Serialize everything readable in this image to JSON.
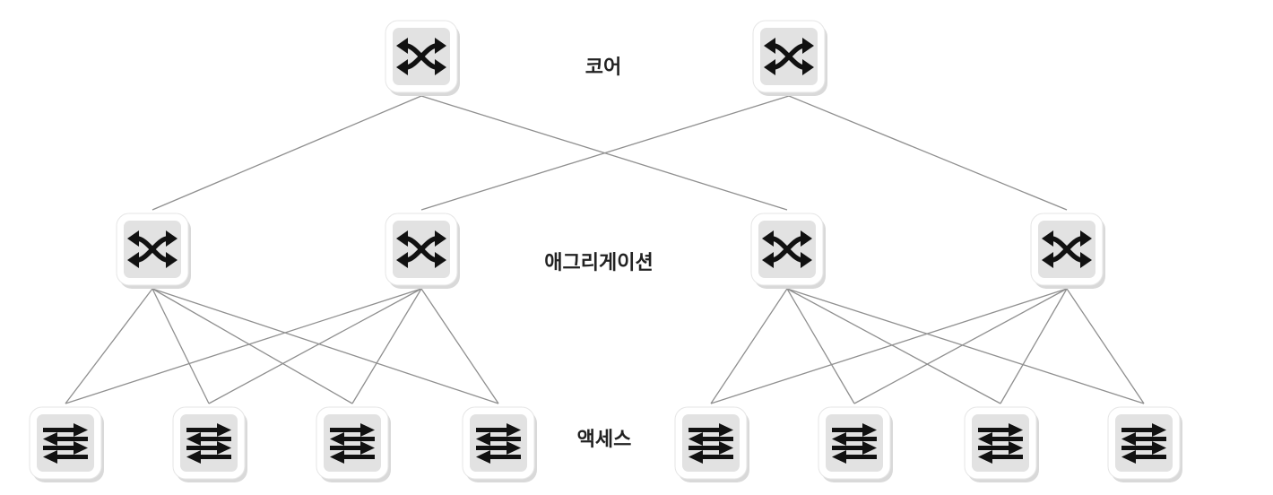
{
  "labels": {
    "core": "코어",
    "aggregation": "애그리게이션",
    "access": "액세스"
  },
  "nodes": {
    "core": [
      {
        "id": "core-1",
        "icon": "router-crossover-icon"
      },
      {
        "id": "core-2",
        "icon": "router-crossover-icon"
      }
    ],
    "aggregation": [
      {
        "id": "agg-1",
        "icon": "router-crossover-icon"
      },
      {
        "id": "agg-2",
        "icon": "router-crossover-icon"
      },
      {
        "id": "agg-3",
        "icon": "router-crossover-icon"
      },
      {
        "id": "agg-4",
        "icon": "router-crossover-icon"
      }
    ],
    "access": [
      {
        "id": "acc-1",
        "icon": "switch-arrows-icon"
      },
      {
        "id": "acc-2",
        "icon": "switch-arrows-icon"
      },
      {
        "id": "acc-3",
        "icon": "switch-arrows-icon"
      },
      {
        "id": "acc-4",
        "icon": "switch-arrows-icon"
      },
      {
        "id": "acc-5",
        "icon": "switch-arrows-icon"
      },
      {
        "id": "acc-6",
        "icon": "switch-arrows-icon"
      },
      {
        "id": "acc-7",
        "icon": "switch-arrows-icon"
      },
      {
        "id": "acc-8",
        "icon": "switch-arrows-icon"
      }
    ]
  },
  "links": [
    [
      "core-1",
      "agg-1"
    ],
    [
      "core-1",
      "agg-3"
    ],
    [
      "core-2",
      "agg-2"
    ],
    [
      "core-2",
      "agg-4"
    ],
    [
      "agg-1",
      "acc-1"
    ],
    [
      "agg-1",
      "acc-2"
    ],
    [
      "agg-1",
      "acc-3"
    ],
    [
      "agg-1",
      "acc-4"
    ],
    [
      "agg-2",
      "acc-1"
    ],
    [
      "agg-2",
      "acc-2"
    ],
    [
      "agg-2",
      "acc-3"
    ],
    [
      "agg-2",
      "acc-4"
    ],
    [
      "agg-3",
      "acc-5"
    ],
    [
      "agg-3",
      "acc-6"
    ],
    [
      "agg-3",
      "acc-7"
    ],
    [
      "agg-3",
      "acc-8"
    ],
    [
      "agg-4",
      "acc-5"
    ],
    [
      "agg-4",
      "acc-6"
    ],
    [
      "agg-4",
      "acc-7"
    ],
    [
      "agg-4",
      "acc-8"
    ]
  ],
  "colors": {
    "line": "#8f8f8f",
    "tile_inner": "#e2e2e2",
    "glyph": "#111111"
  }
}
